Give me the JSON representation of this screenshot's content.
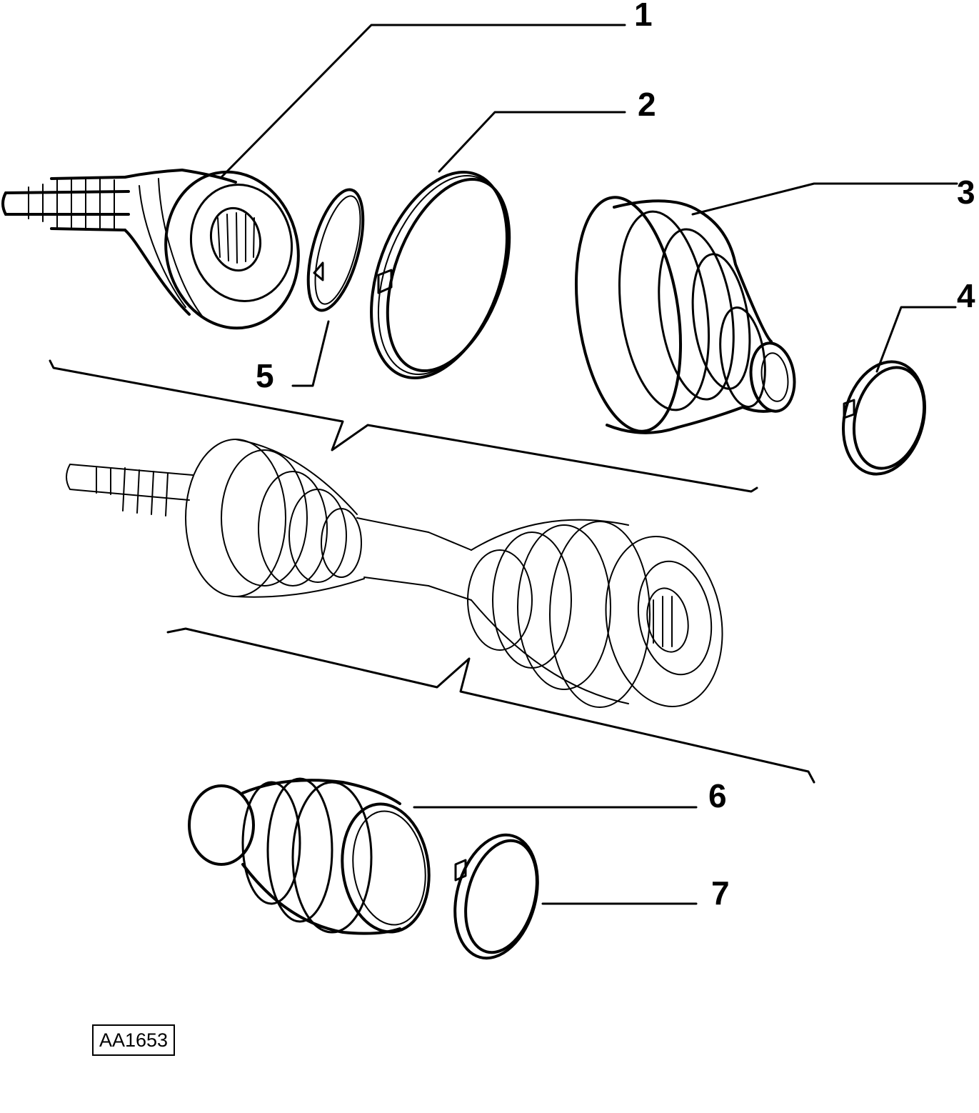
{
  "diagram": {
    "reference_code": "AA1653",
    "callouts": [
      {
        "id": "1",
        "label": "1"
      },
      {
        "id": "2",
        "label": "2"
      },
      {
        "id": "3",
        "label": "3"
      },
      {
        "id": "4",
        "label": "4"
      },
      {
        "id": "5",
        "label": "5"
      },
      {
        "id": "6",
        "label": "6"
      },
      {
        "id": "7",
        "label": "7"
      }
    ]
  }
}
